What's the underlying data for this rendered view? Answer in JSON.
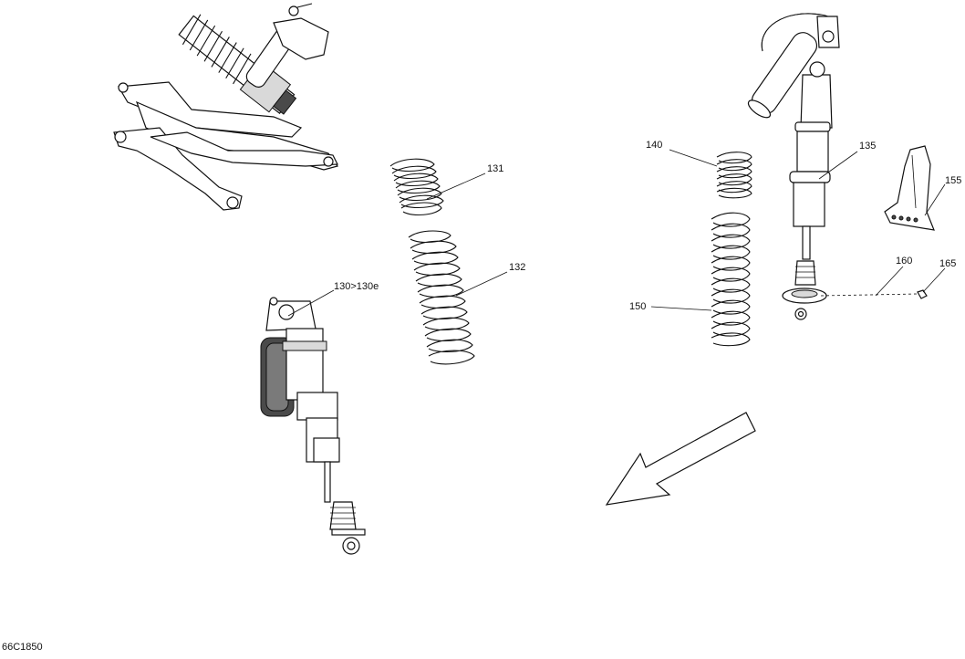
{
  "diagram": {
    "drawing_code": "66C1850",
    "callouts": {
      "c130": "130>130e",
      "c131": "131",
      "c132": "132",
      "c135": "135",
      "c140": "140",
      "c150": "150",
      "c155": "155",
      "c160": "160",
      "c165": "165"
    }
  }
}
